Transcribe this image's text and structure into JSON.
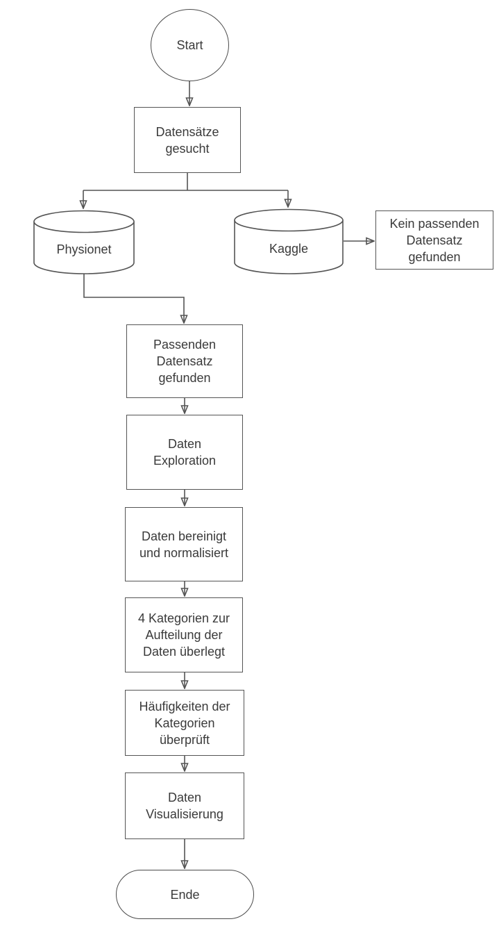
{
  "diagram": {
    "type": "flowchart",
    "language": "de",
    "background_color": "#ffffff",
    "stroke_color": "#545454",
    "text_color": "#3a3a3a",
    "nodes": {
      "start": {
        "shape": "circle",
        "label": "Start"
      },
      "search": {
        "shape": "process",
        "label": "Datensätze\ngesucht"
      },
      "physionet": {
        "shape": "database",
        "label": "Physionet"
      },
      "kaggle": {
        "shape": "database",
        "label": "Kaggle"
      },
      "no_dataset": {
        "shape": "process",
        "label": "Kein passenden\nDatensatz\ngefunden"
      },
      "dataset_found": {
        "shape": "process",
        "label": "Passenden\nDatensatz\ngefunden"
      },
      "exploration": {
        "shape": "process",
        "label": "Daten\nExploration"
      },
      "cleaning": {
        "shape": "process",
        "label": "Daten bereinigt\nund normalisiert"
      },
      "categories": {
        "shape": "process",
        "label": "4 Kategorien zur\nAufteilung der\nDaten überlegt"
      },
      "frequencies": {
        "shape": "process",
        "label": "Häufigkeiten der\nKategorien\nüberprüft"
      },
      "visualization": {
        "shape": "process",
        "label": "Daten\nVisualisierung"
      },
      "end": {
        "shape": "terminator",
        "label": "Ende"
      }
    },
    "edges": [
      {
        "from": "start",
        "to": "search"
      },
      {
        "from": "search",
        "to": "physionet"
      },
      {
        "from": "search",
        "to": "kaggle"
      },
      {
        "from": "kaggle",
        "to": "no_dataset"
      },
      {
        "from": "physionet",
        "to": "dataset_found"
      },
      {
        "from": "dataset_found",
        "to": "exploration"
      },
      {
        "from": "exploration",
        "to": "cleaning"
      },
      {
        "from": "cleaning",
        "to": "categories"
      },
      {
        "from": "categories",
        "to": "frequencies"
      },
      {
        "from": "frequencies",
        "to": "visualization"
      },
      {
        "from": "visualization",
        "to": "end"
      }
    ]
  }
}
